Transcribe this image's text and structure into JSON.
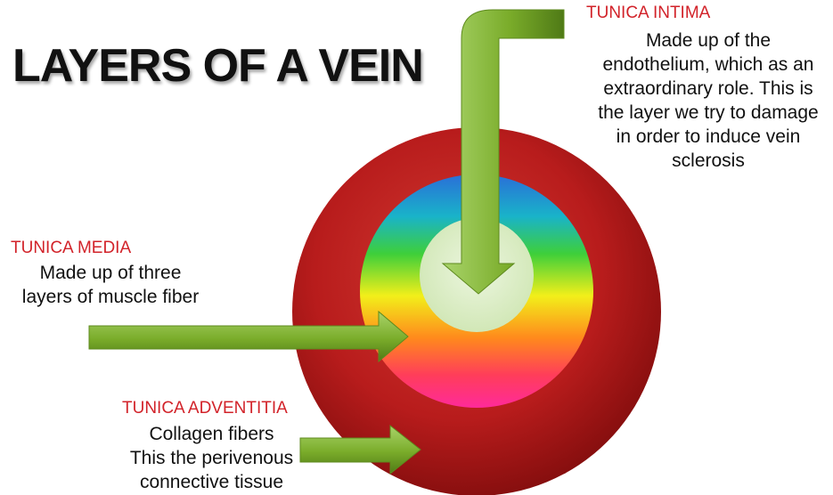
{
  "title": "LAYERS OF A VEIN",
  "intima": {
    "heading": "TUNICA INTIMA",
    "lines": [
      "Made up of the",
      "endothelium, which as an",
      "extraordinary role. This is",
      "the layer we try to damage",
      "in order to induce vein",
      "sclerosis"
    ]
  },
  "media": {
    "heading": "TUNICA MEDIA",
    "lines": [
      "Made up of three",
      "layers of muscle fiber"
    ]
  },
  "adventitia": {
    "heading": "TUNICA ADVENTITIA",
    "lines": [
      "Collagen fibers",
      "This the perivenous",
      "connective tissue"
    ]
  },
  "colors": {
    "heading_red": "#d2232a",
    "adventitia_red": "#b51a1a",
    "lumen_green": "#d8ecc0",
    "arrow_green": "#7aac2a"
  }
}
